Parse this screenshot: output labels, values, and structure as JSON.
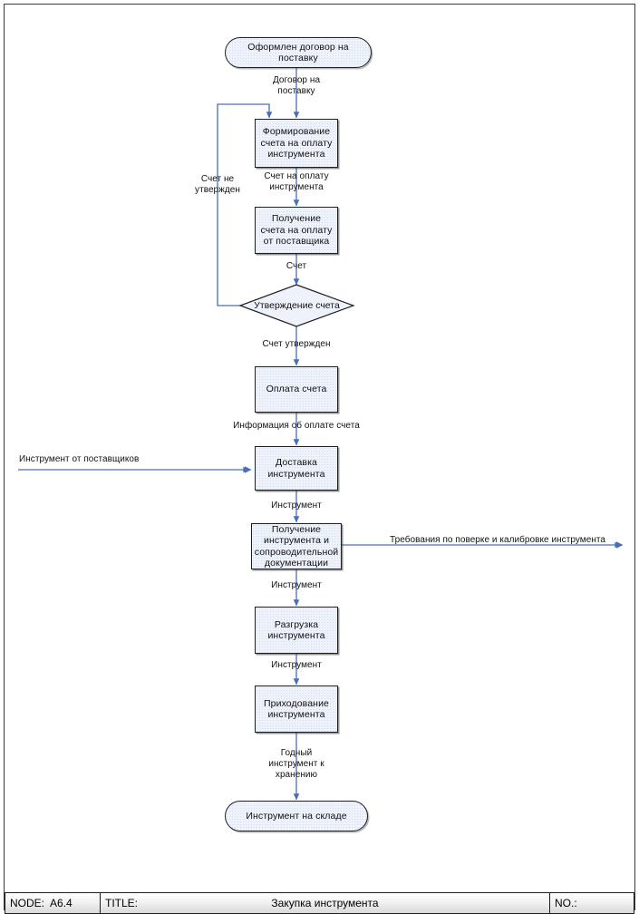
{
  "diagram": {
    "kind": "flowchart",
    "language": "ru",
    "colors": {
      "node_fill": "#eef2fa",
      "node_border": "#1f1f1f",
      "edge": "#4a6fb5",
      "text": "#101010"
    },
    "nodes": [
      {
        "id": "start",
        "type": "terminator",
        "label": "Оформлен договор на поставку"
      },
      {
        "id": "form",
        "type": "process",
        "label": "Формирование счета на оплату инструмента"
      },
      {
        "id": "receive",
        "type": "process",
        "label": "Получение счета на оплату от поставщика"
      },
      {
        "id": "approve",
        "type": "decision",
        "label": "Утверждение счета"
      },
      {
        "id": "pay",
        "type": "process",
        "label": "Оплата счета"
      },
      {
        "id": "delivery",
        "type": "process",
        "label": "Доставка инструмента"
      },
      {
        "id": "acceptance",
        "type": "process",
        "label": "Получение инструмента и сопроводительной документации"
      },
      {
        "id": "unload",
        "type": "process",
        "label": "Разгрузка инструмента"
      },
      {
        "id": "income",
        "type": "process",
        "label": "Приходование инструмента"
      },
      {
        "id": "end",
        "type": "terminator",
        "label": "Инструмент на складе"
      }
    ],
    "edge_labels": {
      "contract": "Договор на\nпоставку",
      "invoice_for_payment": "Счет на оплату\nинструмента",
      "invoice": "Счет",
      "not_approved": "Счет не\nутвержден",
      "approved": "Счет утвержден",
      "payment_info": "Информация об оплате счета",
      "tools_from_suppliers": "Инструмент от поставщиков",
      "tool_1": "Инструмент",
      "calibration_requirements": "Требования по поверке и калибровке инструмента",
      "tool_2": "Инструмент",
      "tool_3": "Инструмент",
      "ready_for_storage": "Годный\nинструмент к\nхранению"
    }
  },
  "titleblock": {
    "node_label": "NODE:",
    "node_value": "A6.4",
    "title_label": "TITLE:",
    "title_value": "Закупка инструмента",
    "number_label": "NO.:",
    "number_value": ""
  }
}
